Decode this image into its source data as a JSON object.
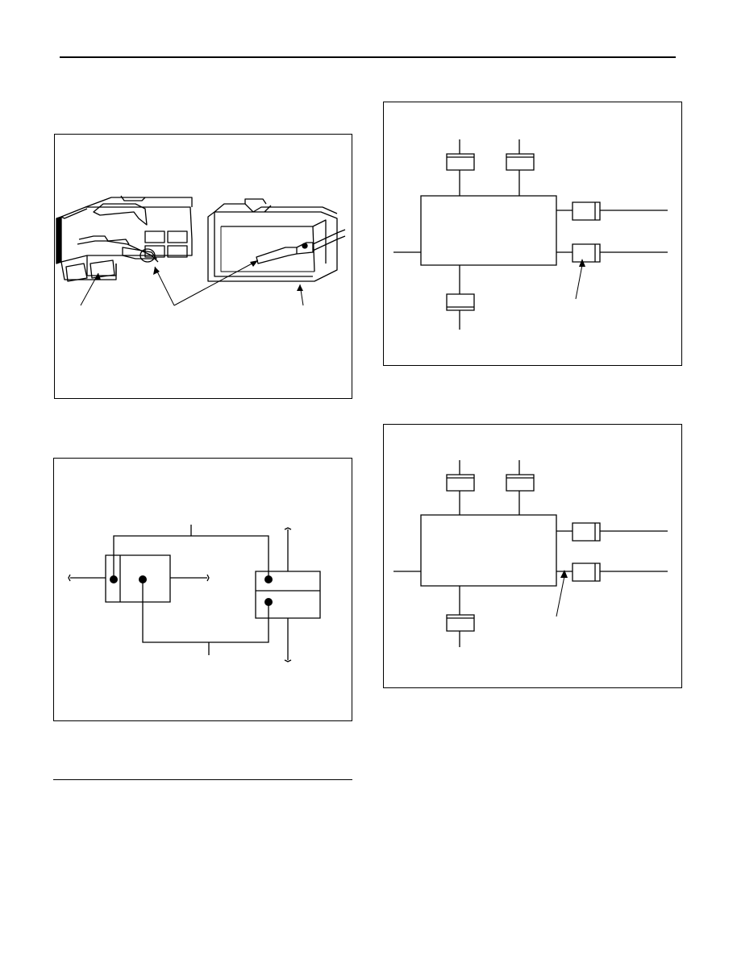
{
  "page": {
    "header_rule": true,
    "footer_rule": true
  },
  "figures": [
    {
      "id": "connector-illustration",
      "icon": "connector-housing-drawing",
      "labels": []
    },
    {
      "id": "connector-wiring-diagram",
      "icon": "connector-pin-diagram",
      "labels": []
    },
    {
      "id": "control-unit-diagram-a",
      "icon": "block-diagram",
      "labels": []
    },
    {
      "id": "control-unit-diagram-b",
      "icon": "block-diagram",
      "labels": []
    }
  ],
  "colors": {
    "ink": "#000000",
    "paper": "#ffffff"
  }
}
